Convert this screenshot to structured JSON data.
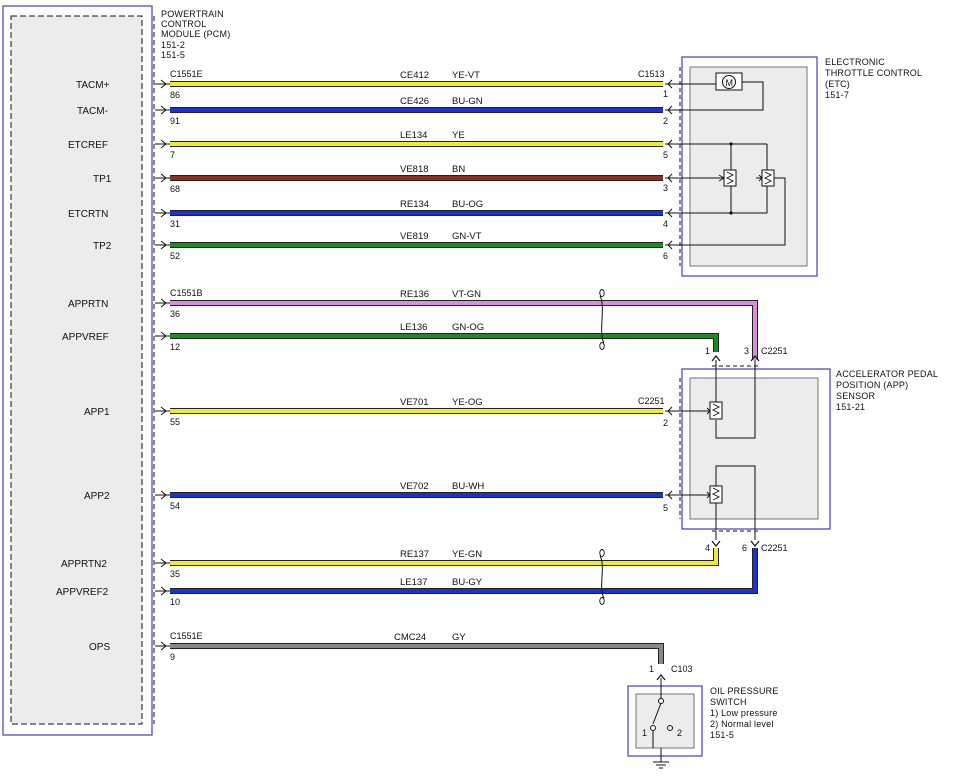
{
  "pcm": {
    "title_lines": [
      "POWERTRAIN",
      "CONTROL",
      "MODULE (PCM)",
      "151-2",
      "151-5"
    ],
    "connector_top": "C1551E",
    "connector_mid": "C1551B",
    "connector_bottom": "C1551E"
  },
  "etc": {
    "title_lines": [
      "ELECTRONIC",
      "THROTTLE CONTROL",
      "(ETC)",
      "151-7"
    ],
    "connector": "C1513",
    "motor_symbol": "M"
  },
  "app": {
    "title_lines": [
      "ACCELERATOR PEDAL",
      "POSITION (APP)",
      "SENSOR",
      "151-21"
    ],
    "connector_top": "C2251",
    "connector_mid": "C2251",
    "connector_bottom": "C2251"
  },
  "ops": {
    "title_lines": [
      "OIL PRESSURE",
      "SWITCH",
      "1) Low pressure",
      "2) Normal level",
      "151-5"
    ],
    "connector": "C103",
    "contact_1": "1",
    "contact_2": "2"
  },
  "circuits": [
    {
      "signal": "TACM+",
      "pin": "86",
      "circuit": "CE412",
      "color_code": "YE-VT",
      "far_pin": "1",
      "wire_color": "#f2ea2e"
    },
    {
      "signal": "TACM-",
      "pin": "91",
      "circuit": "CE426",
      "color_code": "BU-GN",
      "far_pin": "2",
      "wire_color": "#1d2fd6"
    },
    {
      "signal": "ETCREF",
      "pin": "7",
      "circuit": "LE134",
      "color_code": "YE",
      "far_pin": "5",
      "wire_color": "#f2ea2e"
    },
    {
      "signal": "TP1",
      "pin": "68",
      "circuit": "VE818",
      "color_code": "BN",
      "far_pin": "3",
      "wire_color": "#8b2f22"
    },
    {
      "signal": "ETCRTN",
      "pin": "31",
      "circuit": "RE134",
      "color_code": "BU-OG",
      "far_pin": "4",
      "wire_color": "#1d2fd6"
    },
    {
      "signal": "TP2",
      "pin": "52",
      "circuit": "VE819",
      "color_code": "GN-VT",
      "far_pin": "6",
      "wire_color": "#1f8a25"
    },
    {
      "signal": "APPRTN",
      "pin": "36",
      "circuit": "RE136",
      "color_code": "VT-GN",
      "far_pin": "3",
      "wire_color": "#d98fd9"
    },
    {
      "signal": "APPVREF",
      "pin": "12",
      "circuit": "LE136",
      "color_code": "GN-OG",
      "far_pin": "1",
      "wire_color": "#1f8a25"
    },
    {
      "signal": "APP1",
      "pin": "55",
      "circuit": "VE701",
      "color_code": "YE-OG",
      "far_pin": "2",
      "wire_color": "#f2ea2e"
    },
    {
      "signal": "APP2",
      "pin": "54",
      "circuit": "VE702",
      "color_code": "BU-WH",
      "far_pin": "5",
      "wire_color": "#1d2fd6"
    },
    {
      "signal": "APPRTN2",
      "pin": "35",
      "circuit": "RE137",
      "color_code": "YE-GN",
      "far_pin": "4",
      "wire_color": "#f2ea2e"
    },
    {
      "signal": "APPVREF2",
      "pin": "10",
      "circuit": "LE137",
      "color_code": "BU-GY",
      "far_pin": "6",
      "wire_color": "#1d2fd6"
    },
    {
      "signal": "OPS",
      "pin": "9",
      "circuit": "CMC24",
      "color_code": "GY",
      "far_pin": "1",
      "wire_color": "#888888"
    }
  ]
}
